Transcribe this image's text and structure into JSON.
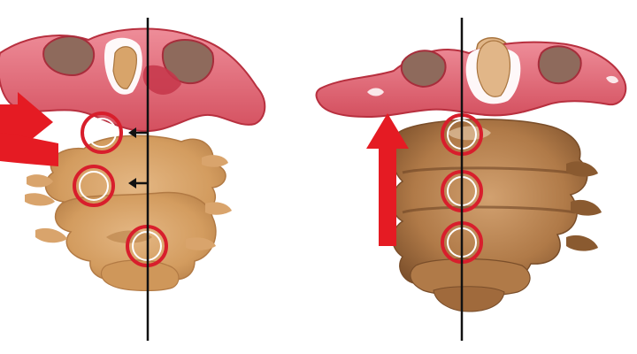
{
  "figure": {
    "panels": [
      {
        "id": "left",
        "state": "misaligned",
        "marker_count": 3,
        "arrow_direction": "right"
      },
      {
        "id": "right",
        "state": "aligned",
        "marker_count": 3,
        "arrow_direction": "up"
      }
    ],
    "colors": {
      "atlas": "#e06a78",
      "atlas_dark": "#b8303f",
      "bone_left": "#d8a46a",
      "bone_left_dark": "#a8743e",
      "bone_right": "#b98555",
      "bone_right_dark": "#7a4e2a",
      "marker": "#d81e2c",
      "arrow": "#e51b23",
      "center_line": "#111111",
      "background": "#ffffff"
    },
    "icons": [
      "right-arrow-icon",
      "up-arrow-icon",
      "small-left-arrow-icon"
    ]
  }
}
